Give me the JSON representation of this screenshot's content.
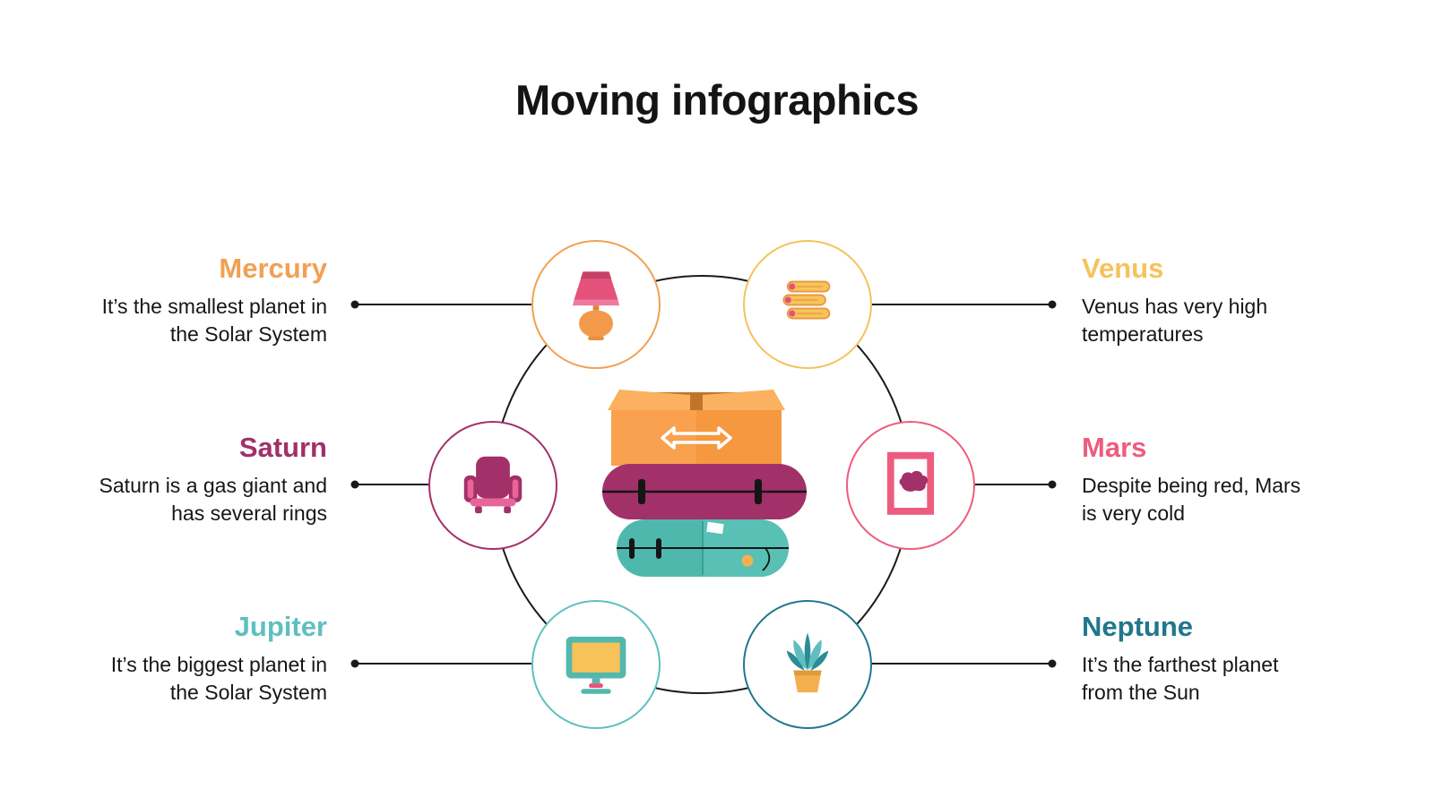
{
  "title": "Moving infographics",
  "items": [
    {
      "label": "Mercury",
      "description": "It’s the smallest planet in\nthe Solar System",
      "color": "#F2A052",
      "icon": "lamp-icon"
    },
    {
      "label": "Venus",
      "description": "Venus has very high\ntemperatures",
      "color": "#F6C25B",
      "icon": "rolled-blankets-icon"
    },
    {
      "label": "Saturn",
      "description": "Saturn is a gas giant and\nhas several rings",
      "color": "#A23069",
      "icon": "armchair-icon"
    },
    {
      "label": "Mars",
      "description": "Despite being red, Mars\nis very cold",
      "color": "#ED5C7E",
      "icon": "picture-frame-icon"
    },
    {
      "label": "Jupiter",
      "description": "It’s the biggest planet in\nthe Solar System",
      "color": "#5FBFC0",
      "icon": "computer-monitor-icon"
    },
    {
      "label": "Neptune",
      "description": "It’s the farthest planet\nfrom the Sun",
      "color": "#20778C",
      "icon": "potted-plant-icon"
    }
  ],
  "center": {
    "illustration": "moving-box-with-rolled-mattresses"
  },
  "line_color": "#1a1a1a"
}
